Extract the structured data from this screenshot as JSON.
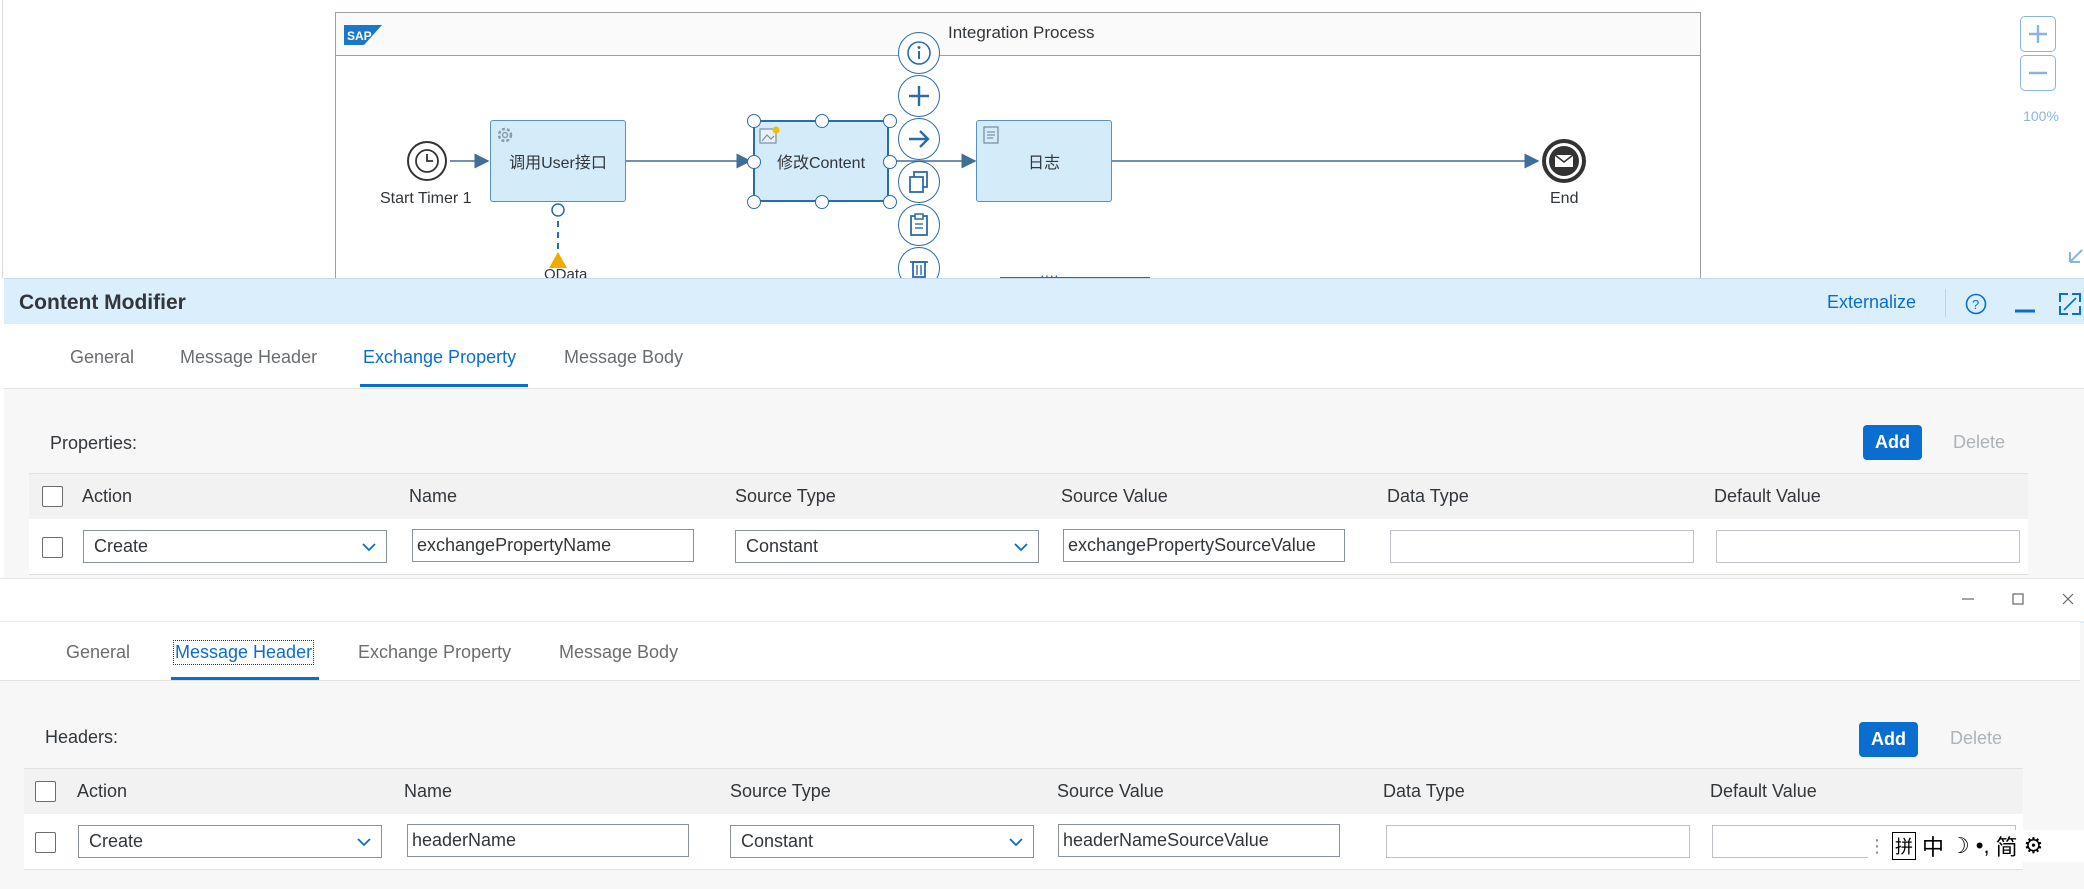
{
  "diagram": {
    "process_title": "Integration Process",
    "start_event_label": "Start Timer 1",
    "task_user": "调用User接口",
    "task_modify": "修改Content",
    "task_log": "日志",
    "end_event_label": "End",
    "odata_label": "OData",
    "zoom_level": "100%",
    "context_actions": [
      "info-icon",
      "plus-icon",
      "arrow-right-icon",
      "copy-icon",
      "clipboard-icon",
      "trash-icon"
    ]
  },
  "panel": {
    "title": "Content Modifier",
    "externalize": "Externalize",
    "tabs": [
      "General",
      "Message Header",
      "Exchange Property",
      "Message Body"
    ],
    "active_tab": "Exchange Property",
    "section_label": "Properties:",
    "add_label": "Add",
    "delete_label": "Delete",
    "columns": [
      "Action",
      "Name",
      "Source Type",
      "Source Value",
      "Data Type",
      "Default Value"
    ],
    "row": {
      "action": "Create",
      "name": "exchangePropertyName",
      "source_type": "Constant",
      "source_value": "exchangePropertySourceValue",
      "data_type": "",
      "default_value": ""
    }
  },
  "window2": {
    "tabs": [
      "General",
      "Message Header",
      "Exchange Property",
      "Message Body"
    ],
    "active_tab": "Message Header",
    "section_label": "Headers:",
    "add_label": "Add",
    "delete_label": "Delete",
    "columns": [
      "Action",
      "Name",
      "Source Type",
      "Source Value",
      "Data Type",
      "Default Value"
    ],
    "row": {
      "action": "Create",
      "name": "headerName",
      "source_type": "Constant",
      "source_value": "headerNameSourceValue",
      "data_type": "",
      "default_value": ""
    }
  },
  "ime": [
    "拼",
    "中",
    "简"
  ],
  "colors": {
    "accent": "#0a6ed1",
    "task_fill": "#d4ebfa",
    "panel_header": "#dbeefb"
  }
}
